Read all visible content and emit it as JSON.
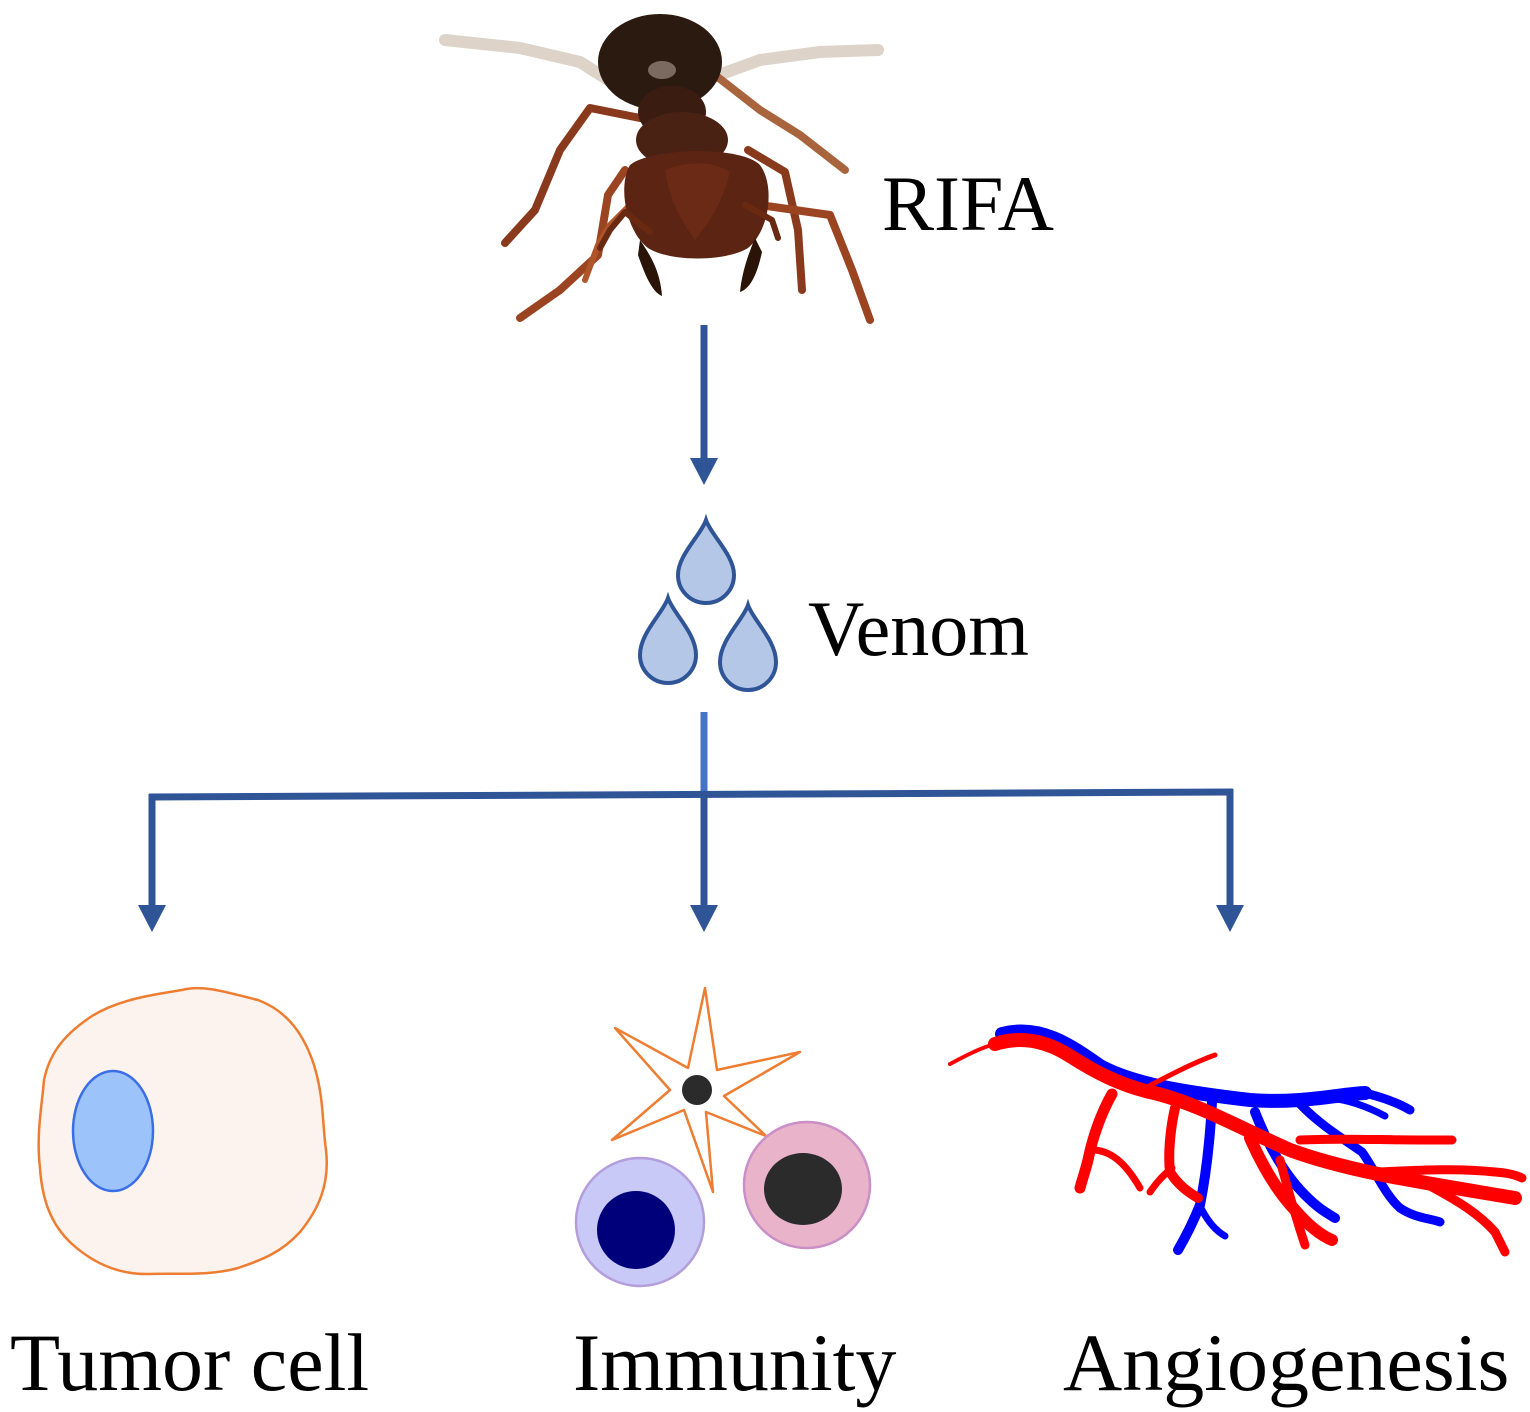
{
  "diagram": {
    "source_label": "RIFA",
    "product_label": "Venom",
    "targets": [
      {
        "label": "Tumor cell"
      },
      {
        "label": "Immunity"
      },
      {
        "label": "Angiogenesis"
      }
    ]
  },
  "colors": {
    "arrow": "#2f5597",
    "arrow_stem": "#4472c4",
    "drop_fill": "#b4c7e7",
    "tumor_cell_fill": "#fdf3ee",
    "tumor_cell_outline": "#ed7d31",
    "tumor_nucleus": "#9dc3fb",
    "artery": "#ff0000",
    "vein": "#0000ff"
  }
}
